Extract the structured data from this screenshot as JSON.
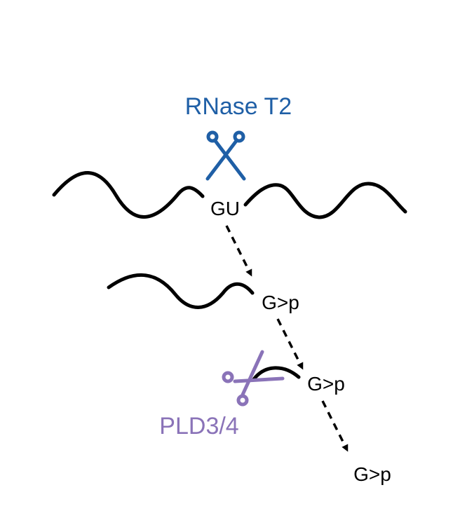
{
  "diagram": {
    "enzyme_top": "RNase T2",
    "enzyme_bottom": "PLD3/4",
    "site_label": "GU",
    "product_labels": [
      "G>p",
      "G>p",
      "G>p"
    ]
  },
  "colors": {
    "rnase_t2": "#1f5fa6",
    "pld34": "#8a73b8",
    "strand": "#000000"
  },
  "icons": {
    "top": "scissors-icon",
    "bottom": "scissors-icon"
  }
}
